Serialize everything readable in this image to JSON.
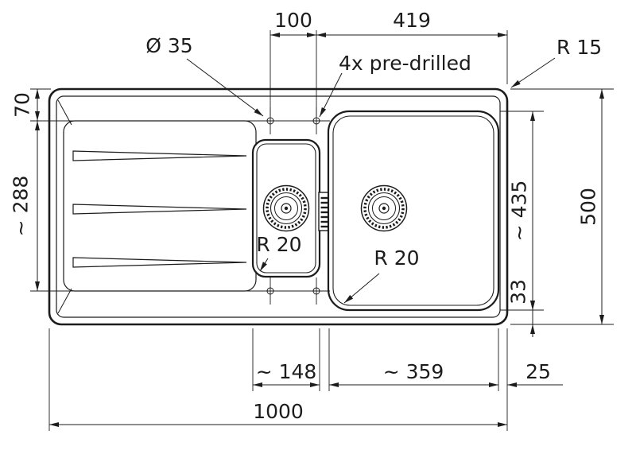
{
  "drawing": {
    "labels": {
      "hole_spacing_top": "100",
      "hole_to_edge_top": "419",
      "hole_diameter": "Ø 35",
      "predrilled_note": "4x pre-drilled",
      "outer_corner_radius": "R 15",
      "edge_to_hole_left": "70",
      "hole_row_spacing": "~ 288",
      "main_bowl_height": "~ 435",
      "overall_height": "500",
      "bowl_to_edge_bottom": "33",
      "small_bowl_corner_radius": "R 20",
      "main_bowl_corner_radius": "R 20",
      "small_bowl_width": "~ 148",
      "main_bowl_width": "~ 359",
      "bowl_to_edge_right": "25",
      "overall_width": "1000"
    },
    "colors": {
      "line": "#1c1c1c",
      "background": "#ffffff"
    }
  }
}
